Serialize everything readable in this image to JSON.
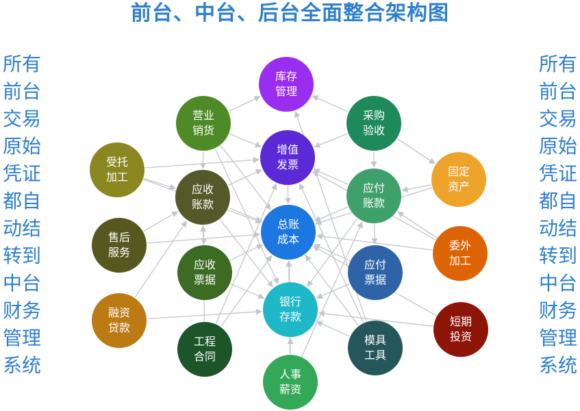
{
  "title": "前台、中台、后台全面整合架构图",
  "side_left": [
    "所有",
    "前台",
    "交易",
    "原始",
    "凭证",
    "都自",
    "动结",
    "转到",
    "中台",
    "财务",
    "管理",
    "系统"
  ],
  "side_right": [
    "所有",
    "前台",
    "交易",
    "原始",
    "凭证",
    "都自",
    "动结",
    "转到",
    "中台",
    "财务",
    "管理",
    "系统"
  ],
  "nodes": [
    {
      "id": "kucun",
      "lines": [
        "库存",
        "管理"
      ],
      "color": "#9a2ef0"
    },
    {
      "id": "yingye",
      "lines": [
        "营业",
        "销货"
      ],
      "color": "#4e8a25"
    },
    {
      "id": "caigou",
      "lines": [
        "采购",
        "验收"
      ],
      "color": "#1e8a5c"
    },
    {
      "id": "zengzhi",
      "lines": [
        "增值",
        "发票"
      ],
      "color": "#5b29d6"
    },
    {
      "id": "shoutuo",
      "lines": [
        "受托",
        "加工"
      ],
      "color": "#8a8720"
    },
    {
      "id": "yingshou",
      "lines": [
        "应收",
        "账款"
      ],
      "color": "#555829"
    },
    {
      "id": "yingfu",
      "lines": [
        "应付",
        "账款"
      ],
      "color": "#3ea06a"
    },
    {
      "id": "guding",
      "lines": [
        "固定",
        "资产"
      ],
      "color": "#eea32b"
    },
    {
      "id": "shouhou",
      "lines": [
        "售后",
        "服务"
      ],
      "color": "#56581f"
    },
    {
      "id": "zongzhang",
      "lines": [
        "总账",
        "成本"
      ],
      "color": "#1d77e0"
    },
    {
      "id": "weiwai",
      "lines": [
        "委外",
        "加工"
      ],
      "color": "#dd6405"
    },
    {
      "id": "yspiaoju",
      "lines": [
        "应收",
        "票据"
      ],
      "color": "#3c6b24"
    },
    {
      "id": "yfpiaoju",
      "lines": [
        "应付",
        "票据"
      ],
      "color": "#2e64a7"
    },
    {
      "id": "yinhang",
      "lines": [
        "银行",
        "存款"
      ],
      "color": "#1fb8c9"
    },
    {
      "id": "rongzi",
      "lines": [
        "融资",
        "贷款"
      ],
      "color": "#bb7a12"
    },
    {
      "id": "duanqi",
      "lines": [
        "短期",
        "投资"
      ],
      "color": "#8c1508"
    },
    {
      "id": "gongcheng",
      "lines": [
        "工程",
        "合同"
      ],
      "color": "#1c5528"
    },
    {
      "id": "muju",
      "lines": [
        "模具",
        "工具"
      ],
      "color": "#24565a"
    },
    {
      "id": "renshi",
      "lines": [
        "人事",
        "薪资"
      ],
      "color": "#33a858"
    }
  ],
  "edges": [
    [
      "yingye",
      "kucun"
    ],
    [
      "yingye",
      "zengzhi"
    ],
    [
      "yingye",
      "yingshou"
    ],
    [
      "yingye",
      "yinhang"
    ],
    [
      "yingye",
      "zongzhang"
    ],
    [
      "caigou",
      "kucun"
    ],
    [
      "caigou",
      "zengzhi"
    ],
    [
      "caigou",
      "yingfu"
    ],
    [
      "caigou",
      "guding"
    ],
    [
      "zengzhi",
      "zongzhang"
    ],
    [
      "shoutuo",
      "zengzhi"
    ],
    [
      "shoutuo",
      "yingshou"
    ],
    [
      "shoutuo",
      "zongzhang"
    ],
    [
      "yingshou",
      "zengzhi"
    ],
    [
      "yingshou",
      "zongzhang"
    ],
    [
      "yingshou",
      "yspiaoju"
    ],
    [
      "yingshou",
      "yinhang"
    ],
    [
      "yingfu",
      "zengzhi"
    ],
    [
      "yingfu",
      "zongzhang"
    ],
    [
      "yingfu",
      "yfpiaoju"
    ],
    [
      "yingfu",
      "yinhang"
    ],
    [
      "guding",
      "yingfu"
    ],
    [
      "guding",
      "zongzhang"
    ],
    [
      "shouhou",
      "yingshou"
    ],
    [
      "shouhou",
      "zongzhang"
    ],
    [
      "weiwai",
      "yingfu"
    ],
    [
      "weiwai",
      "zengzhi"
    ],
    [
      "weiwai",
      "zongzhang"
    ],
    [
      "yspiaoju",
      "zongzhang"
    ],
    [
      "yspiaoju",
      "yinhang"
    ],
    [
      "yfpiaoju",
      "zongzhang"
    ],
    [
      "yfpiaoju",
      "yinhang"
    ],
    [
      "yinhang",
      "zongzhang"
    ],
    [
      "rongzi",
      "yinhang"
    ],
    [
      "rongzi",
      "yingshou"
    ],
    [
      "duanqi",
      "yinhang"
    ],
    [
      "duanqi",
      "zongzhang"
    ],
    [
      "gongcheng",
      "yingshou"
    ],
    [
      "gongcheng",
      "zengzhi"
    ],
    [
      "gongcheng",
      "zongzhang"
    ],
    [
      "muju",
      "zongzhang"
    ],
    [
      "muju",
      "kucun"
    ],
    [
      "muju",
      "zengzhi"
    ],
    [
      "muju",
      "yinhang"
    ],
    [
      "renshi",
      "yinhang"
    ],
    [
      "renshi",
      "zongzhang"
    ],
    [
      "renshi",
      "yingfu"
    ]
  ]
}
